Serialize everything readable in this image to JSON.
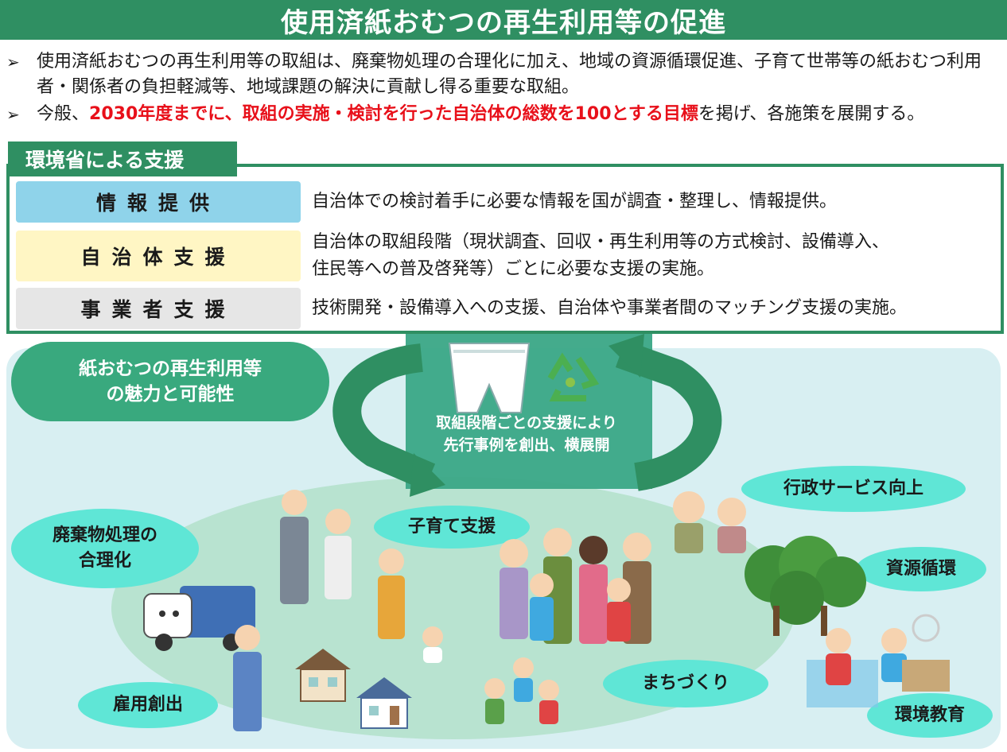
{
  "title": "使用済紙おむつの再生利用等の促進",
  "bullets": {
    "b1": "使用済紙おむつの再生利用等の取組は、廃棄物処理の合理化に加え、地域の資源循環促進、子育て世帯等の紙おむつ利用者・関係者の負担軽減等、地域課題の解決に貢献し得る重要な取組。",
    "b2_pre": "今般、",
    "b2_highlight": "2030年度までに、取組の実施・検討を行った自治体の総数を100とする目標",
    "b2_post": "を掲げ、各施策を展開する。"
  },
  "support": {
    "tab": "環境省による支援",
    "rows": [
      {
        "label": "情報提供",
        "desc": "自治体での検討着手に必要な情報を国が調査・整理し、情報提供。"
      },
      {
        "label": "自治体支援",
        "desc_line1": "自治体の取組段階（現状調査、回収・再生利用等の方式検討、設備導入、",
        "desc_line2": "住民等への普及啓発等）ごとに必要な支援の実施。"
      },
      {
        "label": "事業者支援",
        "desc": "技術開発・設備導入への支援、自治体や事業者間のマッチング支援の実施。"
      }
    ]
  },
  "cloud": {
    "line1": "紙おむつの再生利用等",
    "line2": "の魅力と可能性"
  },
  "cycle": {
    "line1": "取組段階ごとの支援により",
    "line2": "先行事例を創出、横展開"
  },
  "benefits": {
    "waste_line1": "廃棄物処理の",
    "waste_line2": "合理化",
    "childcare": "子育て支援",
    "admin": "行政サービス向上",
    "resource": "資源循環",
    "town": "まちづくり",
    "employment": "雇用創出",
    "education": "環境教育"
  },
  "colors": {
    "green": "#2f8f62",
    "teal": "#5fe6d6",
    "red": "#e8101a"
  },
  "icons": [
    "diaper-icon",
    "recycle-icon",
    "garbage-truck-icon",
    "house-icon",
    "tree-icon",
    "people-icon"
  ]
}
